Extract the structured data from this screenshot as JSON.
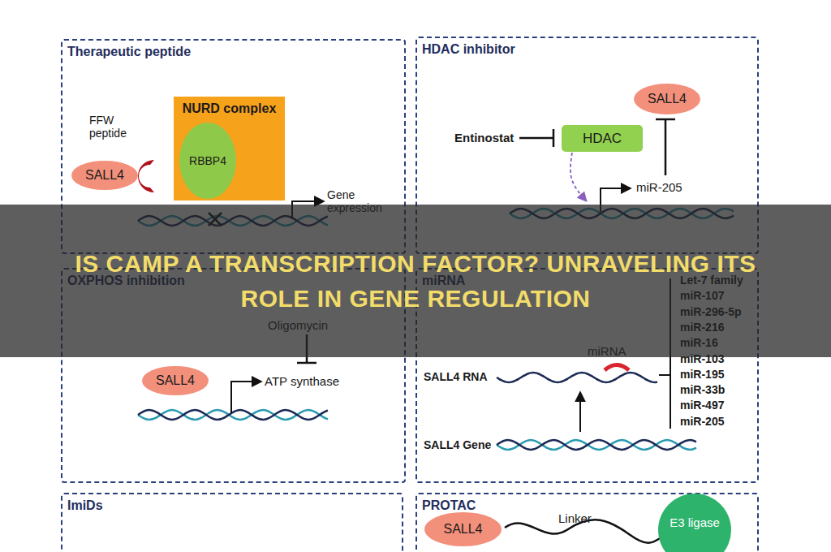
{
  "diagram": {
    "title": "IS CAMP A TRANSCRIPTION FACTOR? UNRAVELING ITS ROLE IN GENE REGULATION",
    "nodes": [
      {
        "text": [
          "Therapeutic peptide"
        ]
      },
      {
        "text": [
          "NURD complex"
        ],
        "in": 0
      },
      {
        "text": [
          "RBBP4"
        ],
        "in": 1
      },
      {
        "text": [
          "SALL4"
        ],
        "in": 0
      },
      {
        "text": [
          "HDAC inhibitor"
        ]
      },
      {
        "text": [
          "HDAC"
        ],
        "in": 4
      },
      {
        "text": [
          "SALL4"
        ],
        "in": 4
      },
      {
        "text": [
          "OXPHOS inhibition"
        ]
      },
      {
        "text": [
          "SALL4"
        ],
        "in": 7
      },
      {
        "text": [
          "miRNA"
        ]
      },
      {
        "text": [
          "ImiDs"
        ]
      },
      {
        "text": [
          "PROTAC"
        ]
      },
      {
        "text": [
          "SALL4"
        ],
        "in": 11
      },
      {
        "text": [
          "E3 ligase"
        ],
        "in": 11
      }
    ],
    "labels": [
      "FFW peptide",
      "Gene expression",
      "Entinostat",
      "miR-205",
      "Oligomycin",
      "ATP synthase",
      "miRNA",
      "SALL4 RNA",
      "SALL4 Gene",
      "Let-7 family",
      "miR-107",
      "miR-296-5p",
      "miR-216",
      "miR-16",
      "miR-103",
      "miR-195",
      "miR-33b",
      "miR-497",
      "miR-205",
      "Linker"
    ]
  }
}
